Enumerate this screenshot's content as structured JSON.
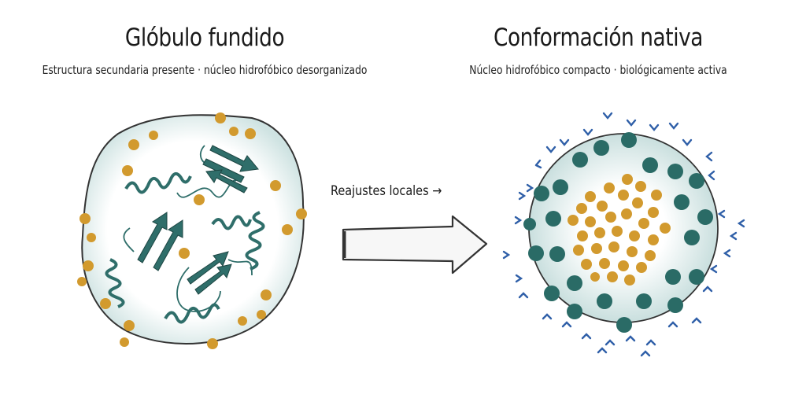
{
  "left_panel": {
    "title": "Glóbulo fundido",
    "subtitle": "Estructura secundaria presente · núcleo hidrofóbico desorganizado"
  },
  "right_panel": {
    "title": "Conformación nativa",
    "subtitle": "Núcleo hidrofóbico compacto · biológicamente activa"
  },
  "transition": {
    "label": "Reajustes locales →"
  },
  "colors": {
    "helix_teal": "#2f6e6a",
    "hydrophobic_gold": "#d29a2e",
    "polar_teal": "#2a6b66",
    "water_blue": "#2f5fa8",
    "shell_fill": "#dcebea",
    "outline": "#333333"
  }
}
